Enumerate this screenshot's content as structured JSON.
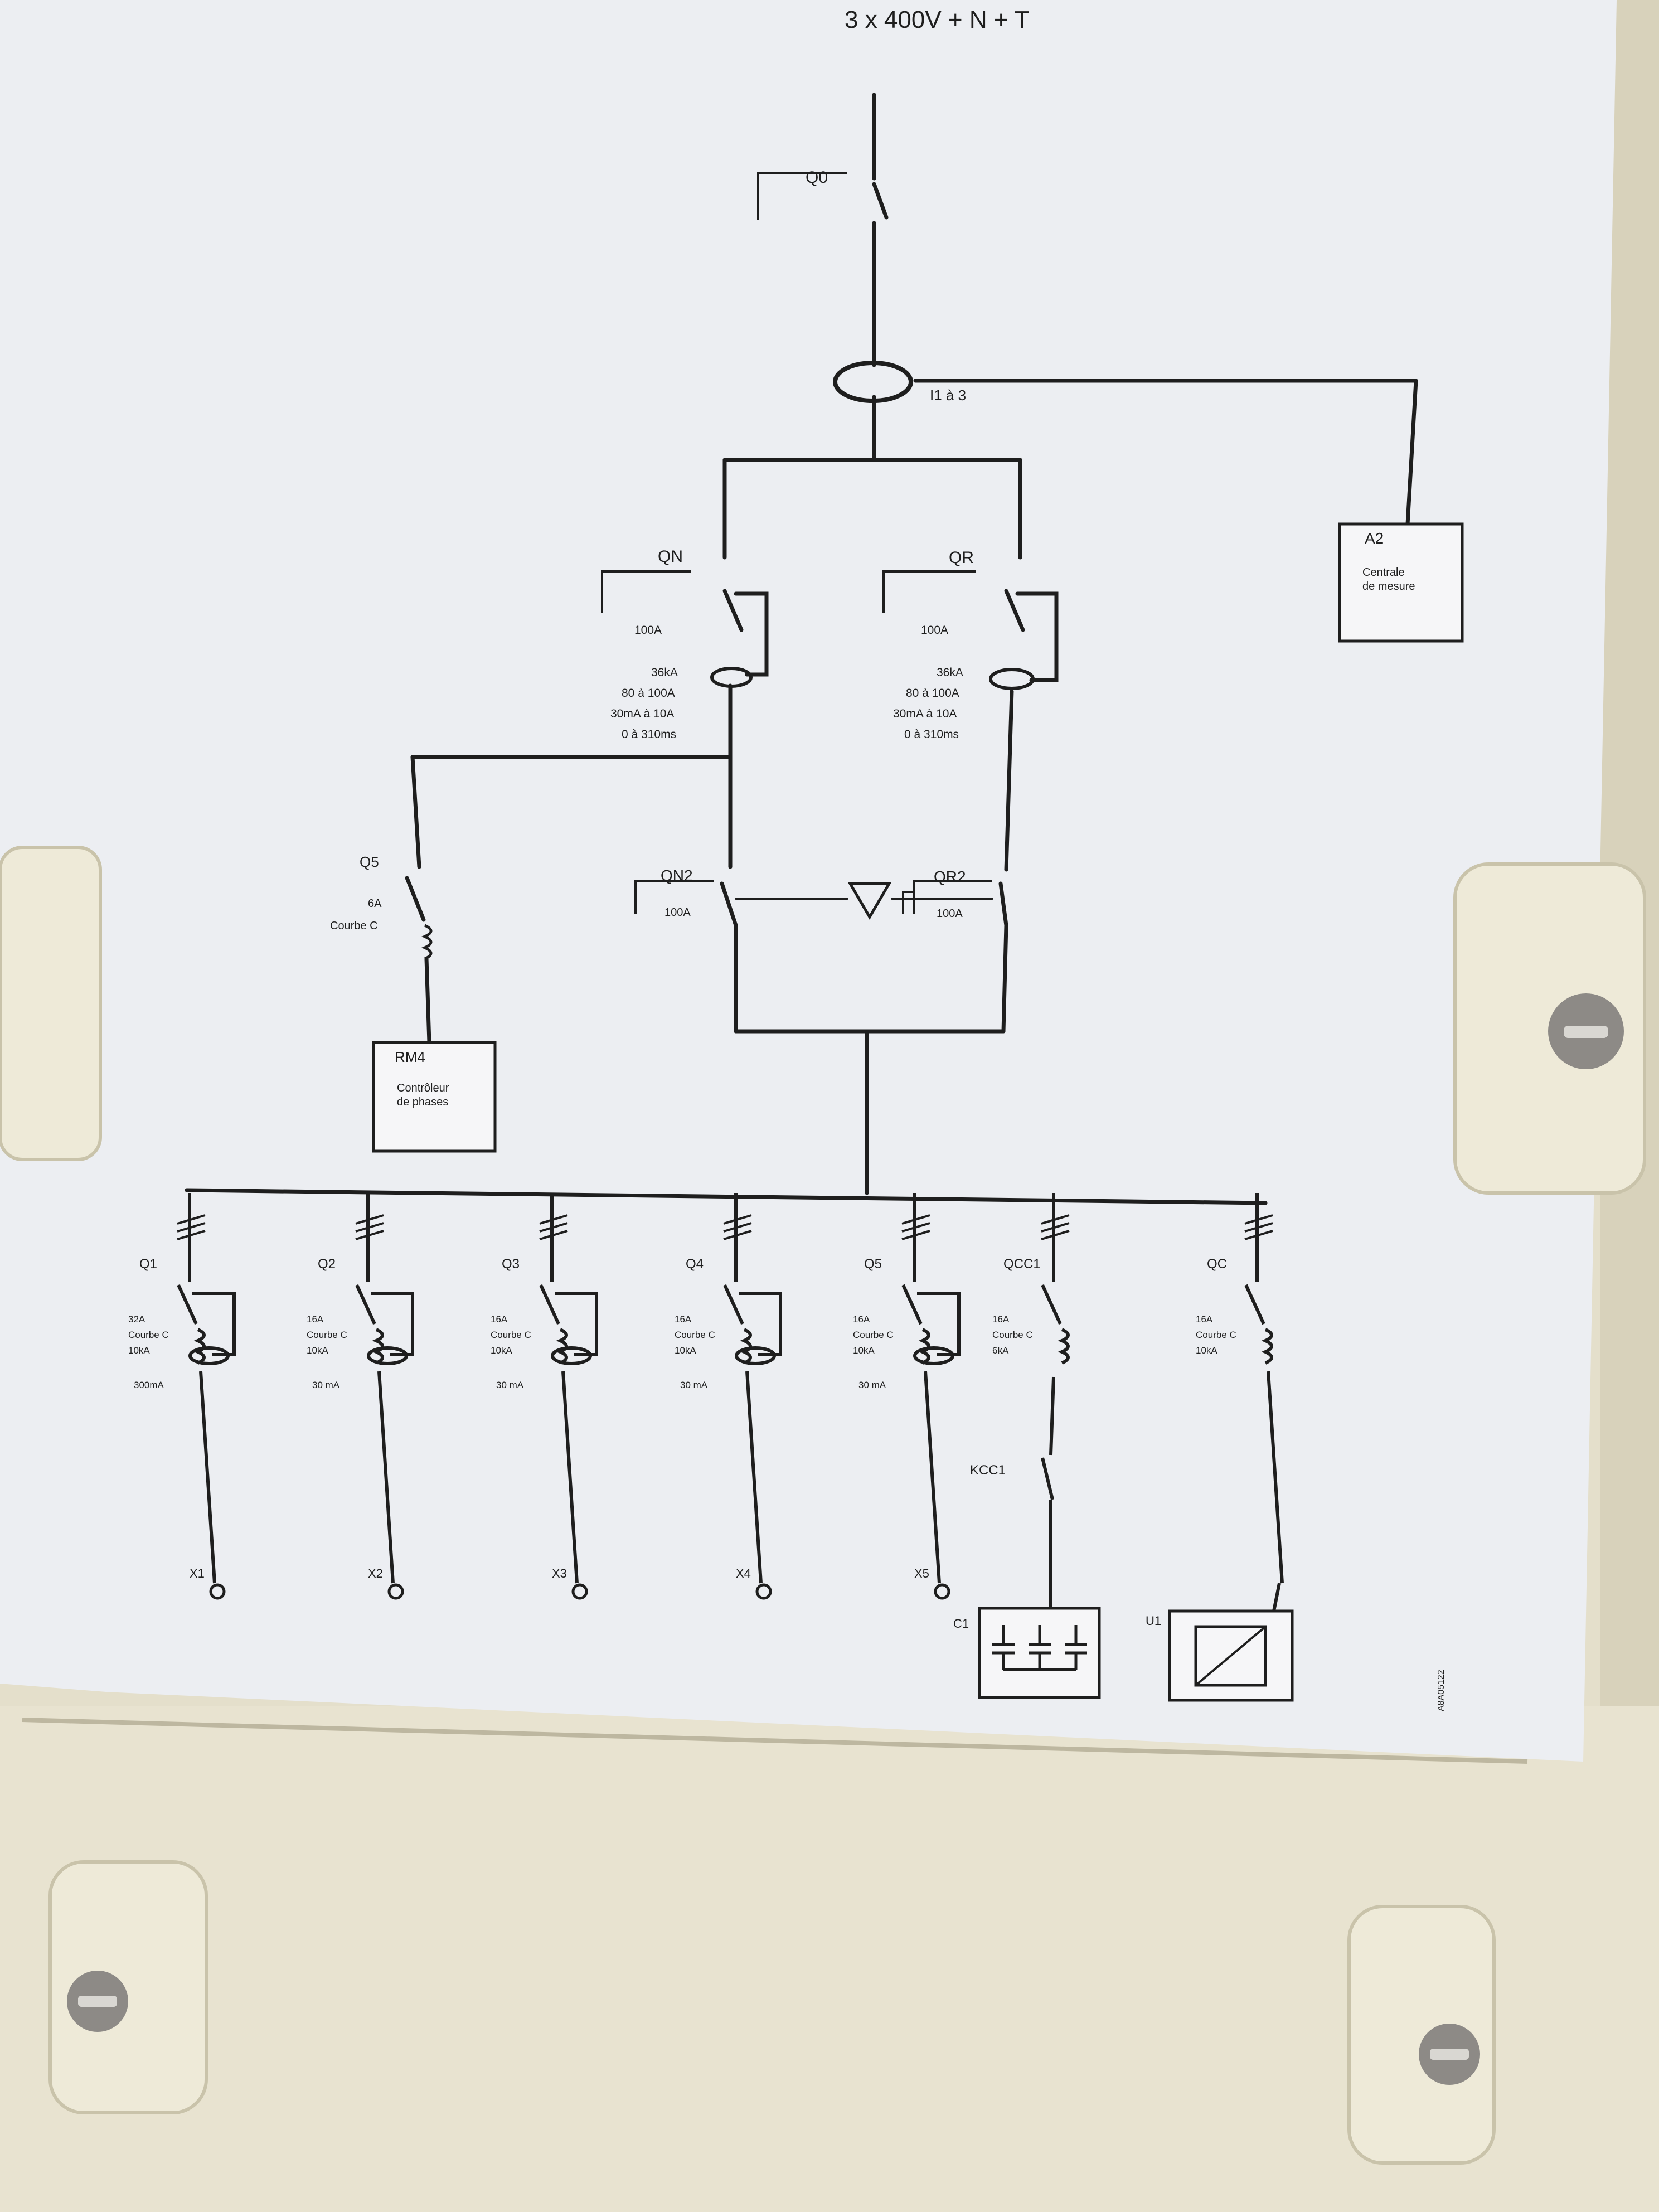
{
  "supply": "3 x 400V + N + T",
  "main_breaker": "Q0",
  "ct_label": "I1 à 3",
  "meter": {
    "ref": "A2",
    "line1": "Centrale",
    "line2": "de mesure"
  },
  "breaker_n": {
    "ref": "QN",
    "rating": "100A",
    "spec": [
      "36kA",
      "80 à 100A",
      "30mA à 10A",
      "0 à 310ms"
    ]
  },
  "breaker_r": {
    "ref": "QR",
    "rating": "100A",
    "spec": [
      "36kA",
      "80 à 100A",
      "30mA à 10A",
      "0 à 310ms"
    ]
  },
  "switch_n2": {
    "ref": "QN2",
    "rating": "100A"
  },
  "switch_r2": {
    "ref": "QR2",
    "rating": "100A"
  },
  "phase_branch": {
    "ref": "Q5",
    "rating": "6A",
    "curve": "Courbe C"
  },
  "phase_controller": {
    "ref": "RM4",
    "line1": "Contrôleur",
    "line2": "de phases"
  },
  "feeders": [
    {
      "ref": "Q1",
      "specs": [
        "32A",
        "Courbe C",
        "10kA"
      ],
      "rcd": "300mA",
      "out": "X1"
    },
    {
      "ref": "Q2",
      "specs": [
        "16A",
        "Courbe C",
        "10kA"
      ],
      "rcd": "30 mA",
      "out": "X2"
    },
    {
      "ref": "Q3",
      "specs": [
        "16A",
        "Courbe C",
        "10kA"
      ],
      "rcd": "30 mA",
      "out": "X3"
    },
    {
      "ref": "Q4",
      "specs": [
        "16A",
        "Courbe C",
        "10kA"
      ],
      "rcd": "30 mA",
      "out": "X4"
    },
    {
      "ref": "Q5",
      "specs": [
        "16A",
        "Courbe C",
        "10kA"
      ],
      "rcd": "30 mA",
      "out": "X5"
    },
    {
      "ref": "QCC1",
      "specs": [
        "16A",
        "Courbe C",
        "6kA"
      ],
      "contactor": "KCC1",
      "out": "C1"
    },
    {
      "ref": "QC",
      "specs": [
        "16A",
        "Courbe C",
        "10kA"
      ],
      "out": "U1"
    }
  ],
  "doc_code": "A8A05122"
}
